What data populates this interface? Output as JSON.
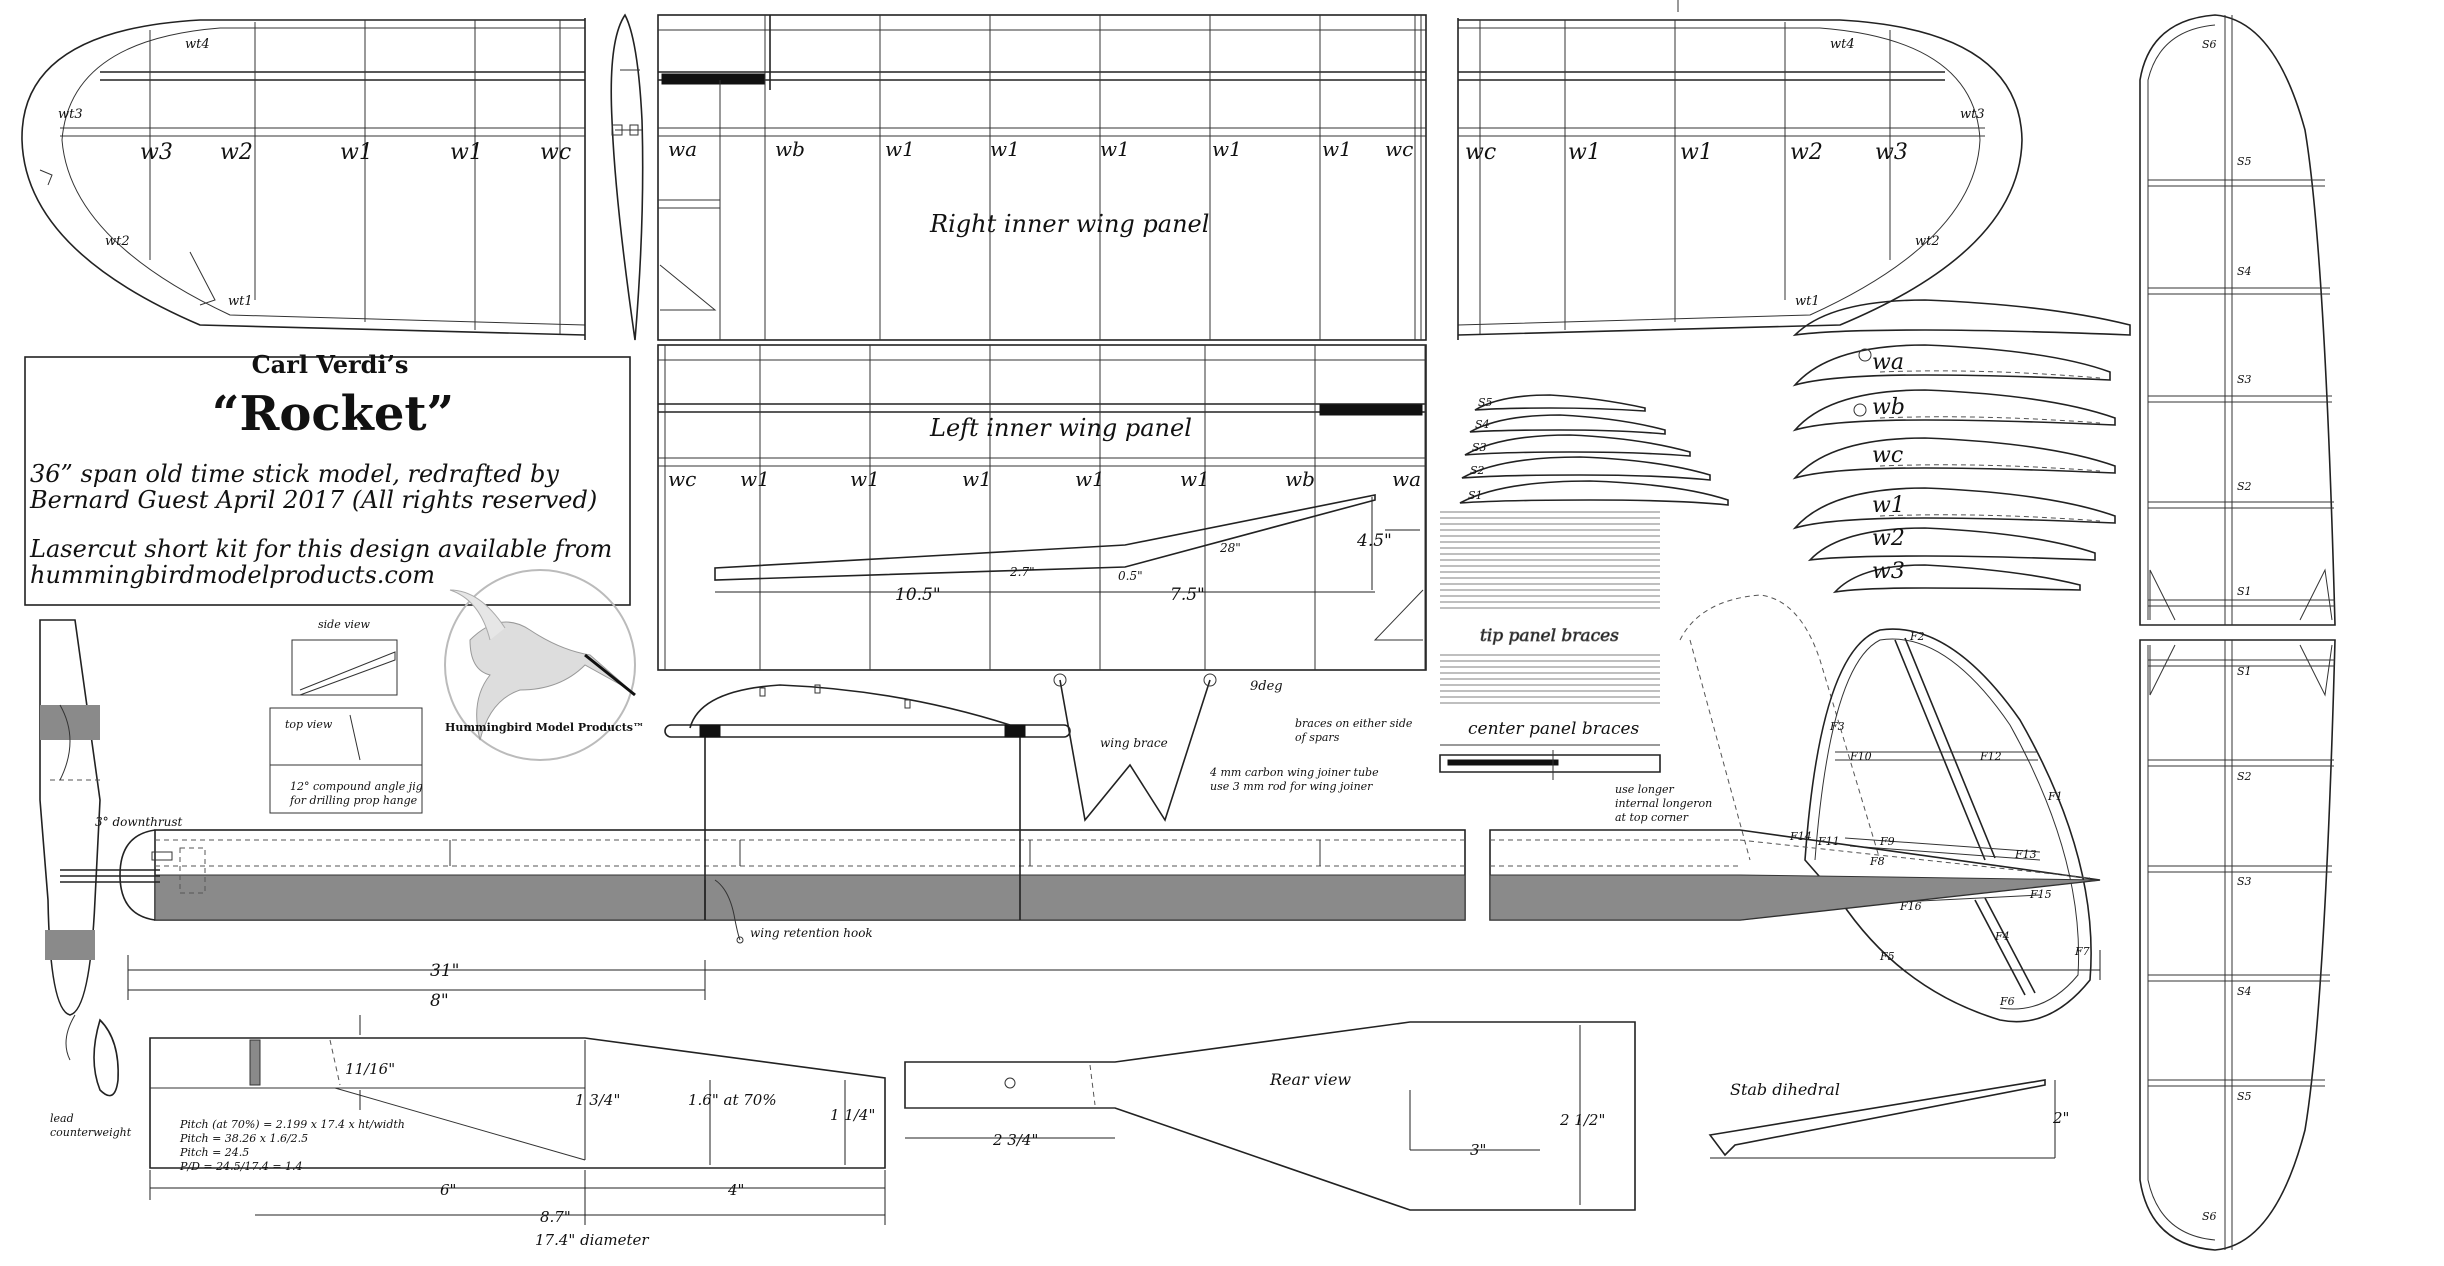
{
  "title_block": {
    "designer": "Carl Verdi’s",
    "model_name": "“Rocket”",
    "line1": "36” span old time stick model, redrafted by",
    "line2": "Bernard Guest April 2017 (All rights reserved)",
    "line3": "Lasercut short kit for this design available from",
    "line4": "hummingbirdmodelproducts.com",
    "brand": "Hummingbird Model Products™"
  },
  "panels": {
    "right_inner": "Right inner wing panel",
    "left_inner": "Left inner wing panel"
  },
  "left_tip_ribs": [
    "w3",
    "w2",
    "w1",
    "w1",
    "wc"
  ],
  "left_tip_tips": [
    "wt4",
    "wt3",
    "wt2",
    "wt1"
  ],
  "right_inner_ribs": [
    "wa",
    "wb",
    "w1",
    "w1",
    "w1",
    "w1",
    "w1",
    "wc"
  ],
  "left_inner_ribs": [
    "wc",
    "w1",
    "w1",
    "w1",
    "w1",
    "w1",
    "wb",
    "wa"
  ],
  "right_tip_ribs": [
    "wc",
    "w1",
    "w1",
    "w2",
    "w3"
  ],
  "right_tip_tips": [
    "wt4",
    "wt3",
    "wt2",
    "wt1"
  ],
  "dihedral": {
    "d1": "10.5\"",
    "d2": "7.5\"",
    "d3": "4.5\"",
    "d4": "2.7\"",
    "d5": "0.5\"",
    "d6": "28\""
  },
  "rib_set": [
    "wa",
    "wb",
    "wc",
    "w1",
    "w2",
    "w3"
  ],
  "stab_ribs": [
    "S5",
    "S4",
    "S3",
    "S2",
    "S1"
  ],
  "braces": {
    "tip": "tip panel braces",
    "center": "center panel braces",
    "note1": "braces on either side",
    "note2": "of spars"
  },
  "fuselage": {
    "downthrust": "3° downthrust",
    "hook": "wing retention hook",
    "tube1": "4 mm carbon wing joiner tube",
    "tube2": "use 3 mm rod for wing joiner",
    "longeron1": "use longer",
    "longeron2": "internal longeron",
    "longeron3": "at top corner",
    "wing_brace": "wing brace",
    "angle": "9deg"
  },
  "jig": {
    "side": "side view",
    "top": "top view",
    "note1": "12° compound angle jig",
    "note2": "for drilling prop hange"
  },
  "dims": {
    "d31": "31\"",
    "d8": "8\""
  },
  "fin": {
    "parts": [
      "F1",
      "F2",
      "F3",
      "F4",
      "F5",
      "F6",
      "F7",
      "F8",
      "F9",
      "F10",
      "F11",
      "F12",
      "F13",
      "F14",
      "F15",
      "F16"
    ]
  },
  "counterweight": [
    "lead",
    "counterweight"
  ],
  "prop": {
    "d_11_16": "11/16\"",
    "d_134": "1 3/4\"",
    "d_16": "1.6\" at 70%",
    "d_114": "1 1/4\"",
    "d_6": "6\"",
    "d_4": "4\"",
    "d_87": "8.7\"",
    "d_174": "17.4\" diameter",
    "calc1": "Pitch (at 70%) = 2.199 x 17.4 x ht/width",
    "calc2": "Pitch = 38.26 x 1.6/2.5",
    "calc3": "Pitch = 24.5",
    "calc4": "P/D = 24.5/17.4 = 1.4"
  },
  "blade": {
    "d_234": "2 3/4\"",
    "rear": "Rear view",
    "d_3": "3\"",
    "d_212": "2 1/2\""
  },
  "stab_dihedral": {
    "label": "Stab dihedral",
    "d2": "2\""
  },
  "tailplane_ribs_top": [
    "S6",
    "S5",
    "S4",
    "S3",
    "S2",
    "S1"
  ],
  "tailplane_ribs_bottom": [
    "S1",
    "S2",
    "S3",
    "S4",
    "S5",
    "S6"
  ]
}
